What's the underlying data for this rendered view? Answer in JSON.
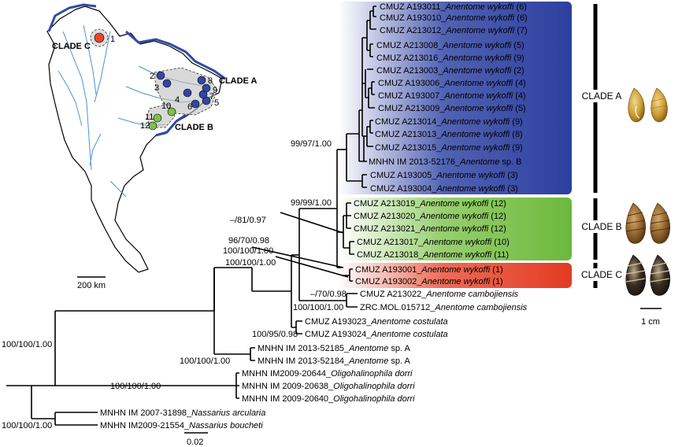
{
  "map": {
    "clade_a_label": "CLADE A",
    "clade_b_label": "CLADE B",
    "clade_c_label": "CLADE C",
    "sites": [
      "1",
      "2",
      "3",
      "4",
      "5",
      "6",
      "7",
      "8",
      "9",
      "10",
      "11",
      "12"
    ],
    "scale_label": "200 km"
  },
  "tree": {
    "tips": [
      {
        "code": "CMUZ A193011_",
        "species": "Anentome wykoffi",
        "site": " (6)"
      },
      {
        "code": "CMUZ A193010_",
        "species": "Anentome wykoffi",
        "site": " (6)"
      },
      {
        "code": "CMUZ A213012_",
        "species": "Anentome wykoffi",
        "site": " (7)"
      },
      {
        "code": "CMUZ A213008_",
        "species": "Anentome wykoffi",
        "site": " (5)"
      },
      {
        "code": "CMUZ A213016_",
        "species": "Anentome wykoffi",
        "site": " (9)"
      },
      {
        "code": "CMUZ A213003_",
        "species": "Anentome wykoffi",
        "site": " (2)"
      },
      {
        "code": "CMUZ A193006_",
        "species": "Anentome wykoffi",
        "site": " (4)"
      },
      {
        "code": "CMUZ A193007_",
        "species": "Anentome wykoffi",
        "site": " (4)"
      },
      {
        "code": "CMUZ A213009_",
        "species": "Anentome wykoffi",
        "site": " (5)"
      },
      {
        "code": "CMUZ A213014_",
        "species": "Anentome wykoffi",
        "site": " (9)"
      },
      {
        "code": "CMUZ A213013_",
        "species": "Anentome wykoffi",
        "site": " (8)"
      },
      {
        "code": "CMUZ A213015_",
        "species": "Anentome wykoffi",
        "site": " (9)"
      },
      {
        "code": "MNHN IM 2013-52176_",
        "species": "Anentome",
        "site": " sp. B"
      },
      {
        "code": "CMUZ A193005_",
        "species": "Anentome wykoffi",
        "site": " (3)"
      },
      {
        "code": "CMUZ A193004_",
        "species": "Anentome wykoffi",
        "site": " (3)"
      },
      {
        "code": "CMUZ A213019_",
        "species": "Anentome wykoffi",
        "site": " (12)"
      },
      {
        "code": "CMUZ A213020_",
        "species": "Anentome wykoffi",
        "site": " (12)"
      },
      {
        "code": "CMUZ A213021_",
        "species": "Anentome wykoffi",
        "site": " (12)"
      },
      {
        "code": "CMUZ A213017_",
        "species": "Anentome wykoffi",
        "site": " (10)"
      },
      {
        "code": "CMUZ A213018_",
        "species": "Anentome wykoffi",
        "site": " (11)"
      },
      {
        "code": "CMUZ A193001_",
        "species": "Anentome wykoffi",
        "site": " (1)"
      },
      {
        "code": "CMUZ A193002_",
        "species": "Anentome wykoffi",
        "site": " (1)"
      },
      {
        "code": "CMUZ A213022_",
        "species": "Anentome cambojiensis",
        "site": ""
      },
      {
        "code": "ZRC.MOL.015712_",
        "species": "Anentome cambojiensis",
        "site": ""
      },
      {
        "code": "CMUZ A193023_",
        "species": "Anentome costulata",
        "site": ""
      },
      {
        "code": "CMUZ A193024_",
        "species": "Anentome costulata",
        "site": ""
      },
      {
        "code": "MNHN IM 2013-52185_",
        "species": "Anentome",
        "site": " sp. A"
      },
      {
        "code": "MNHN IM 2013-52184_",
        "species": "Anentome",
        "site": " sp. A"
      },
      {
        "code": "MNHN IM2009-20644_",
        "species": "Oligohalinophila dorri",
        "site": ""
      },
      {
        "code": "MNHN IM 2009-20638_",
        "species": "Oligohalinophila dorri",
        "site": ""
      },
      {
        "code": "MNHN IM 2009-20640_",
        "species": "Oligohalinophila dorri",
        "site": ""
      },
      {
        "code": "MNHN IM 2007-31898_",
        "species": "Nassarius arcularia",
        "site": ""
      },
      {
        "code": "MNHN IM2009-21554_",
        "species": "Nassarius boucheti",
        "site": ""
      }
    ],
    "support": {
      "clade_a": "99/97/1.00",
      "ingroup_ab": "99/99/1.00",
      "clade_b": "–/81/0.97",
      "clade_c": "96/70/0.98",
      "abc": "100/100/1.00",
      "wykoffi_camb": "100/100/1.00",
      "camb_inner": "–/70/0.98",
      "camb": "100/100/1.00",
      "anentome_core": "100/95/0.98",
      "sp_a": "100/100/1.00",
      "anentome": "100/100/1.00",
      "oligo": "100/100/1.00",
      "root": "100/100/1.00",
      "nassarius": "100/100/1.00"
    },
    "scale_label": "0.02"
  },
  "clades": {
    "a": "CLADE A",
    "b": "CLADE B",
    "c": "CLADE C"
  },
  "shells": {
    "scale_label": "1 cm"
  },
  "colors": {
    "clade_a": "#3346a6",
    "clade_b": "#7cc24a",
    "clade_c": "#e8452c",
    "map_fill": "#ffffff",
    "rivers": "#4a93d6",
    "border": "#2f4aa5"
  }
}
